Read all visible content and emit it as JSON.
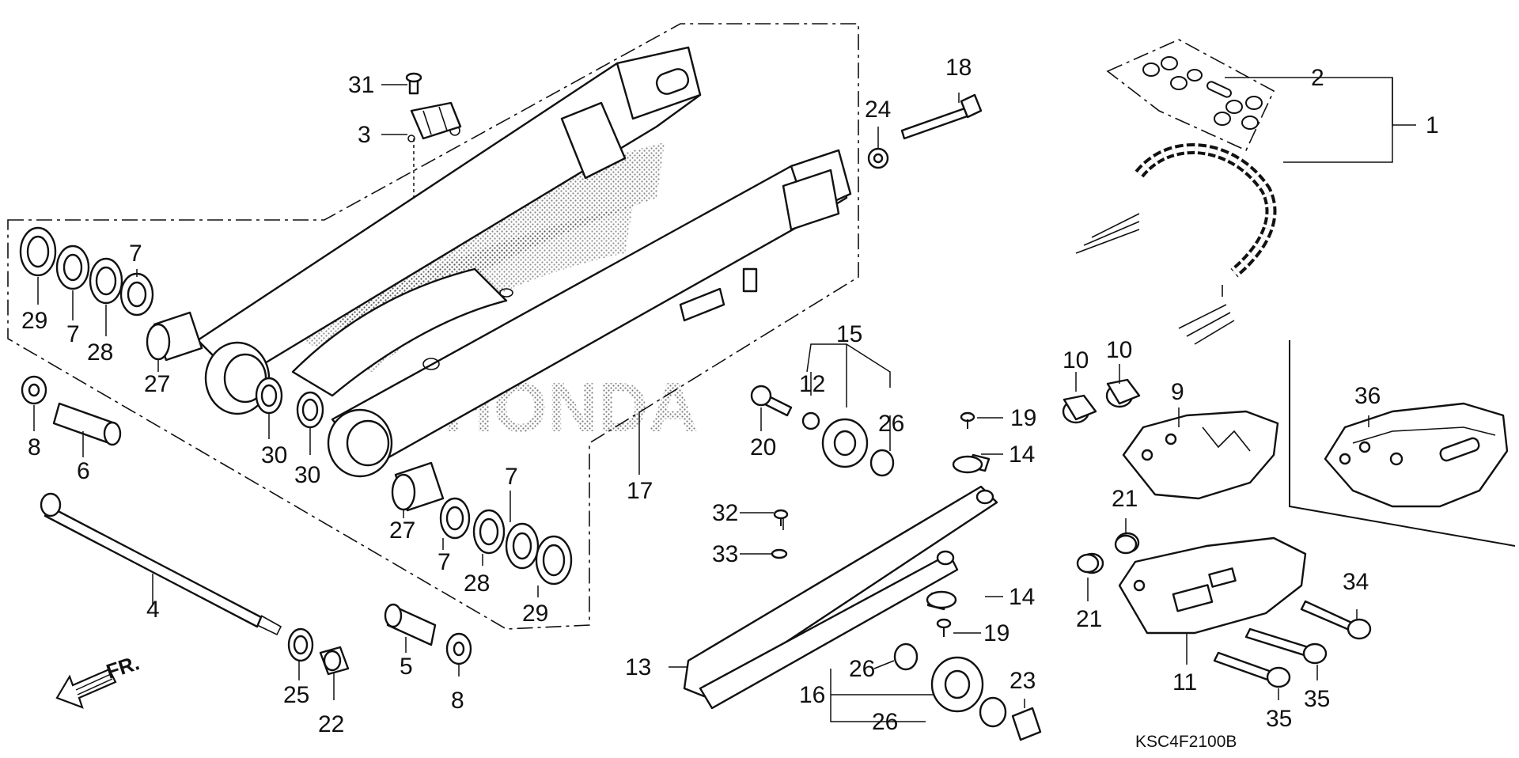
{
  "diagram": {
    "code": "KSC4F2100B",
    "direction_label": "FR.",
    "watermark": "HONDA",
    "callouts": [
      {
        "id": "c1",
        "text": "1"
      },
      {
        "id": "c2",
        "text": "2"
      },
      {
        "id": "c3",
        "text": "3"
      },
      {
        "id": "c4",
        "text": "4"
      },
      {
        "id": "c5",
        "text": "5"
      },
      {
        "id": "c6",
        "text": "6"
      },
      {
        "id": "c7a",
        "text": "7"
      },
      {
        "id": "c7b",
        "text": "7"
      },
      {
        "id": "c7c",
        "text": "7"
      },
      {
        "id": "c7d",
        "text": "7"
      },
      {
        "id": "c8a",
        "text": "8"
      },
      {
        "id": "c8b",
        "text": "8"
      },
      {
        "id": "c9",
        "text": "9"
      },
      {
        "id": "c10a",
        "text": "10"
      },
      {
        "id": "c10b",
        "text": "10"
      },
      {
        "id": "c11",
        "text": "11"
      },
      {
        "id": "c12",
        "text": "12"
      },
      {
        "id": "c13",
        "text": "13"
      },
      {
        "id": "c14a",
        "text": "14"
      },
      {
        "id": "c14b",
        "text": "14"
      },
      {
        "id": "c15",
        "text": "15"
      },
      {
        "id": "c16",
        "text": "16"
      },
      {
        "id": "c17",
        "text": "17"
      },
      {
        "id": "c18",
        "text": "18"
      },
      {
        "id": "c19a",
        "text": "19"
      },
      {
        "id": "c19b",
        "text": "19"
      },
      {
        "id": "c20",
        "text": "20"
      },
      {
        "id": "c21a",
        "text": "21"
      },
      {
        "id": "c21b",
        "text": "21"
      },
      {
        "id": "c22",
        "text": "22"
      },
      {
        "id": "c23",
        "text": "23"
      },
      {
        "id": "c24",
        "text": "24"
      },
      {
        "id": "c25",
        "text": "25"
      },
      {
        "id": "c26a",
        "text": "26"
      },
      {
        "id": "c26b",
        "text": "26"
      },
      {
        "id": "c26c",
        "text": "26"
      },
      {
        "id": "c27a",
        "text": "27"
      },
      {
        "id": "c27b",
        "text": "27"
      },
      {
        "id": "c28a",
        "text": "28"
      },
      {
        "id": "c28b",
        "text": "28"
      },
      {
        "id": "c29a",
        "text": "29"
      },
      {
        "id": "c29b",
        "text": "29"
      },
      {
        "id": "c30a",
        "text": "30"
      },
      {
        "id": "c30b",
        "text": "30"
      },
      {
        "id": "c31",
        "text": "31"
      },
      {
        "id": "c32",
        "text": "32"
      },
      {
        "id": "c33",
        "text": "33"
      },
      {
        "id": "c34",
        "text": "34"
      },
      {
        "id": "c35a",
        "text": "35"
      },
      {
        "id": "c35b",
        "text": "35"
      },
      {
        "id": "c36",
        "text": "36"
      }
    ]
  }
}
